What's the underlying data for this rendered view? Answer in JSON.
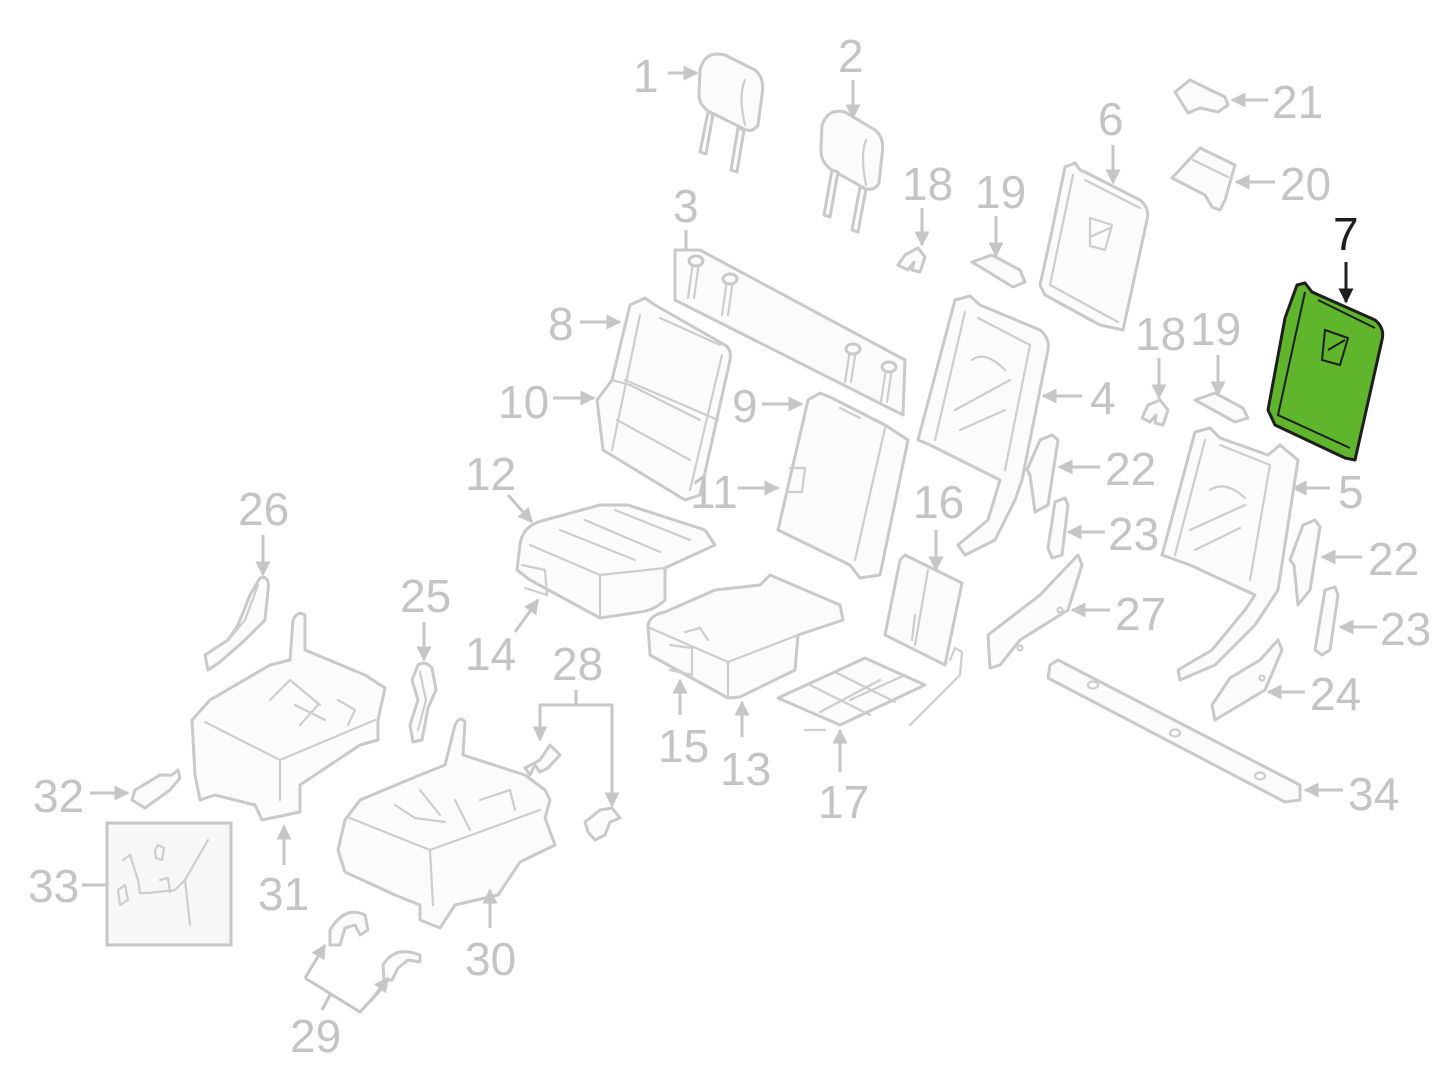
{
  "diagram": {
    "title": "Rear seat components exploded parts diagram",
    "highlight_color": "#5fb52c",
    "line_color": "#c6c6c6",
    "highlighted_part": "7",
    "callouts": {
      "c1": "1",
      "c2": "2",
      "c3": "3",
      "c4": "4",
      "c5": "5",
      "c6": "6",
      "c7": "7",
      "c8": "8",
      "c9": "9",
      "c10": "10",
      "c11": "11",
      "c12": "12",
      "c13": "13",
      "c14": "14",
      "c15": "15",
      "c16": "16",
      "c17": "17",
      "c18a": "18",
      "c18b": "18",
      "c19a": "19",
      "c19b": "19",
      "c20": "20",
      "c21": "21",
      "c22a": "22",
      "c22b": "22",
      "c23a": "23",
      "c23b": "23",
      "c24": "24",
      "c25": "25",
      "c26": "26",
      "c27": "27",
      "c28": "28",
      "c29": "29",
      "c30": "30",
      "c31": "31",
      "c32": "32",
      "c33": "33",
      "c34": "34"
    }
  }
}
